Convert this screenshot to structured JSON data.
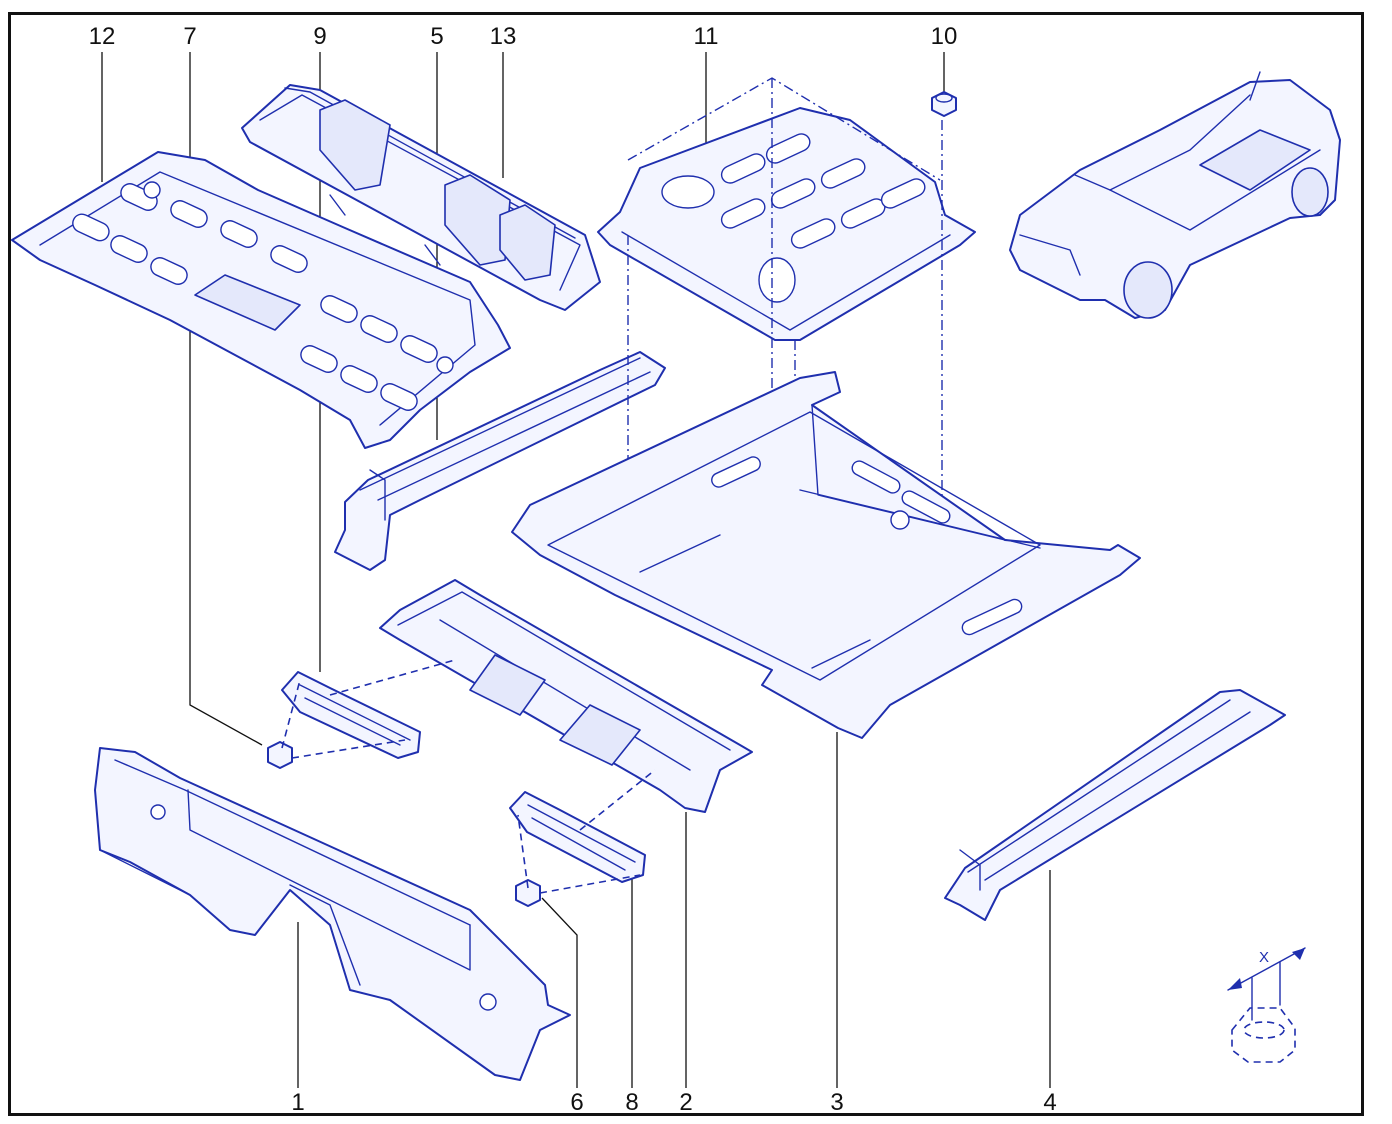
{
  "callouts": [
    "12",
    "7",
    "9",
    "5",
    "13",
    "11",
    "10",
    "1",
    "6",
    "8",
    "2",
    "3",
    "4"
  ],
  "dimension_label": "X",
  "colors": {
    "line": "#1f2fae",
    "frame": "#111111",
    "background": "#ffffff"
  }
}
